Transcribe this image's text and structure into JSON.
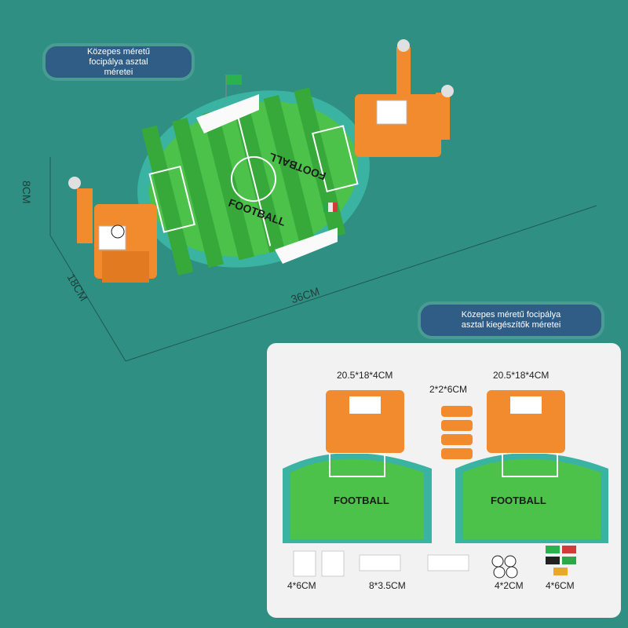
{
  "labels": {
    "top_badge": [
      "Közepes méretű",
      "focipálya asztal",
      "méretei"
    ],
    "accessories_badge": [
      "Közepes méretű focipálya",
      "asztal kiegészítők méretei"
    ]
  },
  "dimensions": {
    "height": "8CM",
    "depth": "18CM",
    "length": "36CM"
  },
  "accessories": {
    "half_field_left": "20.5*18*4CM",
    "half_field_right": "20.5*18*4CM",
    "rods": "2*2*6CM",
    "goals": "4*6CM",
    "fences": "8*3.5CM",
    "balls": "4*2CM",
    "flags": "4*6CM"
  },
  "brand_text": "FOOTBALL",
  "colors": {
    "background": "#2f8f83",
    "badge": "#2f5d86",
    "field_light": "#4cc24a",
    "field_dark": "#37a93a",
    "rail": "#3bb3a3",
    "goal_orange": "#f28a2e"
  }
}
